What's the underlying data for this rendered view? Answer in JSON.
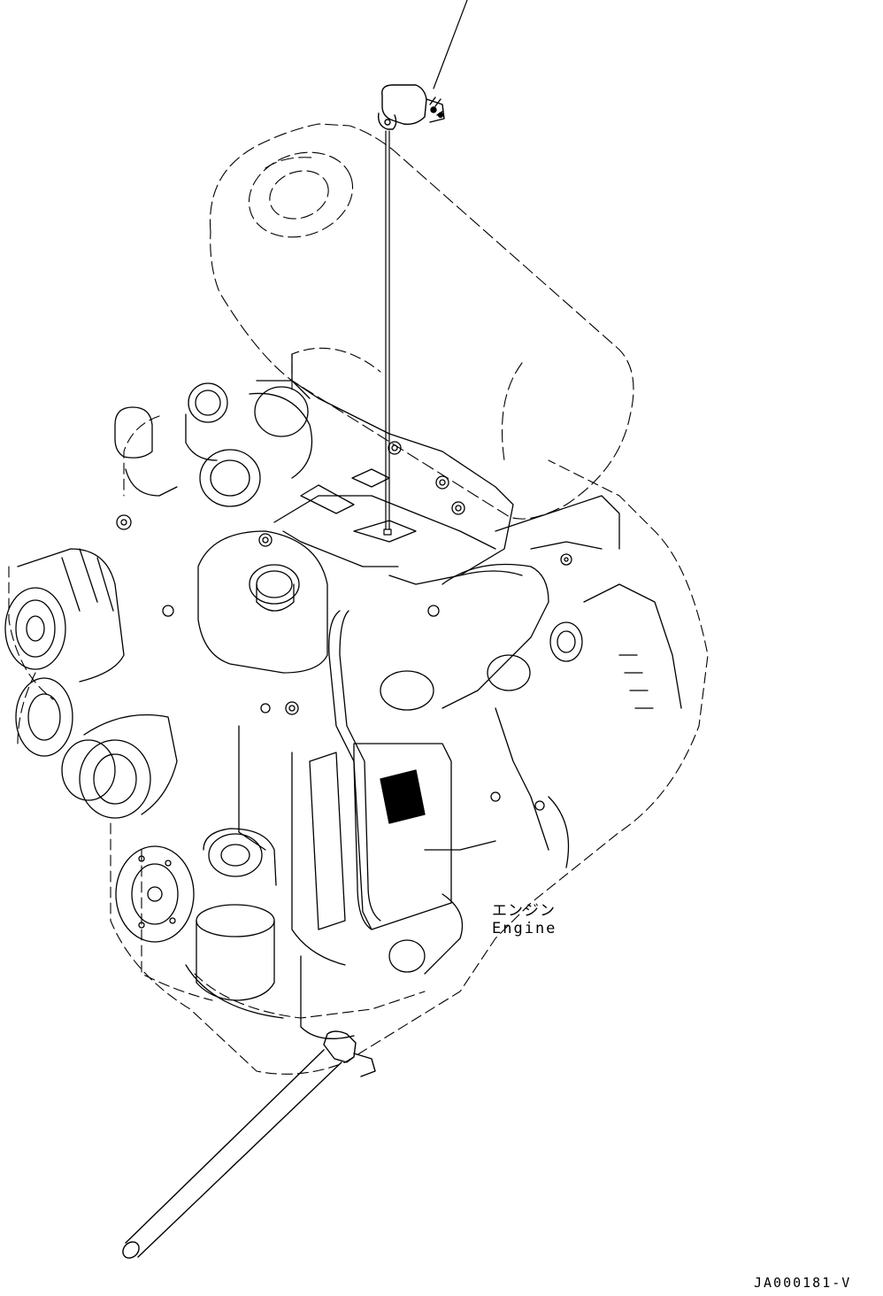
{
  "labels": {
    "part_name_jp": "エンジン",
    "part_name_en": "Engine",
    "drawing_code": "JA000181-V"
  },
  "colors": {
    "line": "#000000",
    "background": "#ffffff"
  }
}
